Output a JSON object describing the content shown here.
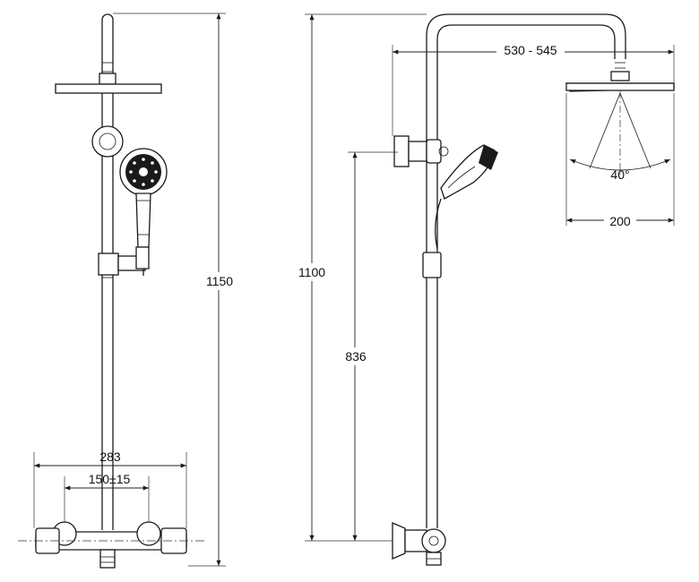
{
  "labels": {
    "left_height": "1150",
    "left_width": "283",
    "left_spacing": "150±15",
    "right_height": "1100",
    "right_holder_height": "836",
    "arm_reach": "530 - 545",
    "spray_angle": "40°",
    "head_diameter": "200"
  },
  "colors": {
    "line": "#1a1a1a",
    "background": "#ffffff"
  }
}
